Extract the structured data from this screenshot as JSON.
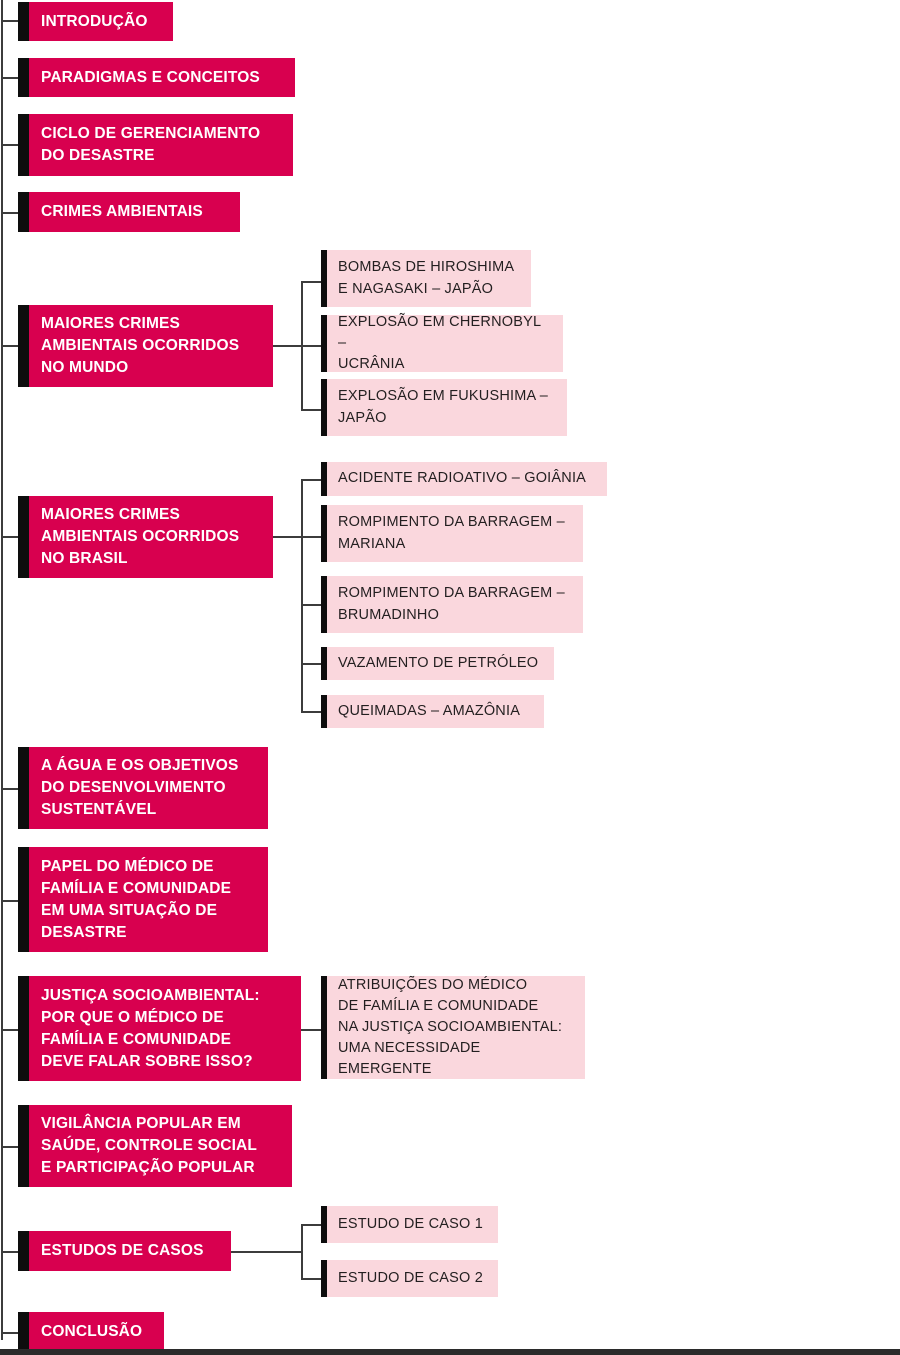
{
  "diagram": {
    "title": "Mapa de conteúdo - Crimes ambientais e desastres",
    "colors": {
      "level1_fill": "#d8004f",
      "level1_text": "#ffffff",
      "level2_fill": "#fad7dd",
      "level2_text": "#231f20",
      "tab": "#0d0d0d",
      "connector": "#3c3c3c",
      "background": "#ffffff"
    },
    "nodes": [
      {
        "id": "introducao",
        "level": 1,
        "label": "Introdução"
      },
      {
        "id": "paradigmas",
        "level": 1,
        "label": "Paradigmas e conceitos"
      },
      {
        "id": "ciclo",
        "level": 1,
        "label": "Ciclo de gerenciamento\ndo desastre"
      },
      {
        "id": "crimes-ambientais",
        "level": 1,
        "label": "Crimes ambientais"
      },
      {
        "id": "maiores-mundo",
        "level": 1,
        "label": "Maiores crimes\nambientais ocorridos\nno mundo"
      },
      {
        "id": "hiroshima",
        "level": 2,
        "label": "Bombas de Hiroshima\ne Nagasaki – Japão"
      },
      {
        "id": "chernobyl",
        "level": 2,
        "label": "Explosão em Chernobyl –\nUcrânia"
      },
      {
        "id": "fukushima",
        "level": 2,
        "label": "Explosão em Fukushima –\nJapão"
      },
      {
        "id": "maiores-brasil",
        "level": 1,
        "label": "Maiores crimes\nambientais ocorridos\nno Brasil"
      },
      {
        "id": "goiania",
        "level": 2,
        "label": "Acidente radioativo – Goiânia"
      },
      {
        "id": "mariana",
        "level": 2,
        "label": "Rompimento da barragem –\nMariana"
      },
      {
        "id": "brumadinho",
        "level": 2,
        "label": "Rompimento da barragem –\nBrumadinho"
      },
      {
        "id": "petroleo",
        "level": 2,
        "label": "Vazamento de petróleo"
      },
      {
        "id": "queimadas",
        "level": 2,
        "label": "Queimadas – Amazônia"
      },
      {
        "id": "agua-ods",
        "level": 1,
        "label": "A água e os objetivos\ndo desenvolvimento\nsustentável"
      },
      {
        "id": "papel-medico",
        "level": 1,
        "label": "Papel do médico de\nfamília e comunidade\nem uma situação de\ndesastre"
      },
      {
        "id": "justica",
        "level": 1,
        "label": "Justiça socioambiental:\npor que o médico de\nfamília e comunidade\ndeve falar sobre isso?"
      },
      {
        "id": "atribuicoes",
        "level": 2,
        "label": "Atribuições do médico\nde família e comunidade\nna justiça socioambiental:\numa necessidade emergente"
      },
      {
        "id": "vigilancia",
        "level": 1,
        "label": "Vigilância popular em\nsaúde, controle social\ne participação popular"
      },
      {
        "id": "estudos",
        "level": 1,
        "label": "Estudos de casos"
      },
      {
        "id": "caso1",
        "level": 2,
        "label": "Estudo de caso 1"
      },
      {
        "id": "caso2",
        "level": 2,
        "label": "Estudo de caso 2"
      },
      {
        "id": "conclusao",
        "level": 1,
        "label": "Conclusão"
      }
    ]
  }
}
